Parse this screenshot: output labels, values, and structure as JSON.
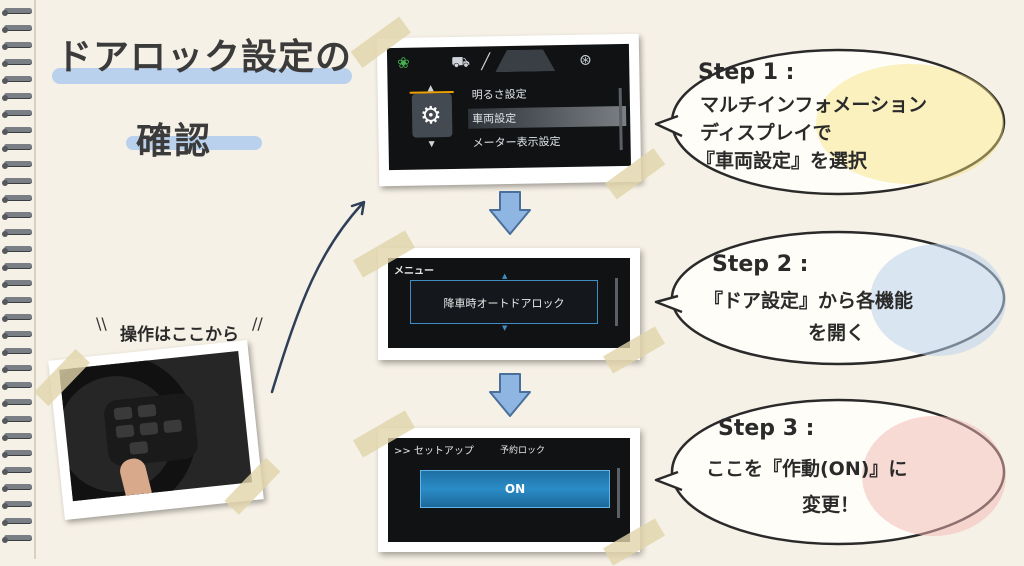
{
  "title": {
    "line1": "ドアロック設定の",
    "line2": "確認"
  },
  "start_label": "操作はここから",
  "screen1": {
    "menu_items": [
      "明るさ設定",
      "車両設定",
      "メーター表示設定"
    ],
    "selected_index": 1,
    "icons": [
      "leaf-icon",
      "car-icon",
      "slash-divider",
      "lane-icon",
      "steering-icon"
    ]
  },
  "screen2": {
    "header": "メニュー",
    "option": "降車時オートドアロック"
  },
  "screen3": {
    "header": ">> セットアップ",
    "subheader": "予約ロック",
    "option": "ON"
  },
  "step1": {
    "label": "Step 1 :",
    "lines": [
      "マルチインフォメーション",
      "ディスプレイで",
      "『車両設定』を選択"
    ],
    "color": "#f5e27a"
  },
  "step2": {
    "label": "Step 2 :",
    "lines": [
      "『ドア設定』から各機能",
      "を開く"
    ],
    "color": "#b9d1ec"
  },
  "step3": {
    "label": "Step 3 :",
    "lines": [
      "ここを『作動(ON)』に",
      "変更！"
    ],
    "color": "#f2b8b4"
  },
  "colors": {
    "background": "#f6f1e6",
    "arrow": "#8fb6e3",
    "highlight_blue": "#b9d1ec"
  }
}
